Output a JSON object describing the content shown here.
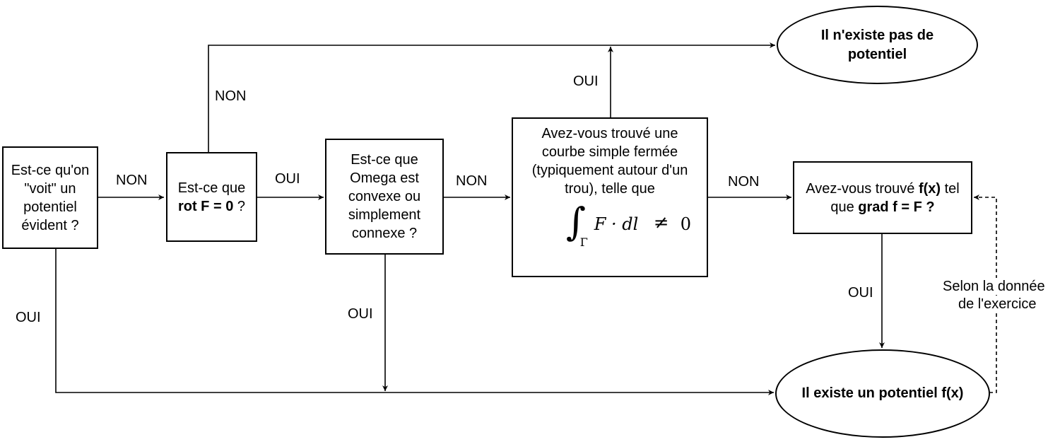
{
  "nodes": {
    "start": {
      "lines": [
        "Est-ce qu'on",
        "\"voit\" un",
        "potentiel",
        "évident ?"
      ]
    },
    "rot": {
      "line1": "Est-ce que",
      "line2_bold": "rot F = 0",
      "line2_rest": " ?"
    },
    "omega": {
      "lines": [
        "Est-ce que",
        "Omega est",
        "convexe ou",
        "simplement",
        "connexe ?"
      ]
    },
    "curve": {
      "lines": [
        "Avez-vous trouvé une",
        "courbe simple fermée",
        "(typiquement autour d'un",
        "trou), telle que"
      ],
      "integral_sign": "∫",
      "integral_sub": "Γ",
      "integrand": "F · dl",
      "relation": "≠",
      "rhs": "0"
    },
    "grad": {
      "line1_pre": "Avez-vous trouvé ",
      "line1_bold": "f(x)",
      "line1_post": " tel",
      "line2_pre": "que ",
      "line2_bold": "grad f = F ?"
    },
    "no_potential": {
      "lines": [
        "Il n'existe pas de",
        "potentiel"
      ]
    },
    "exists": {
      "text": "Il existe un potentiel f(x)"
    }
  },
  "edge_labels": {
    "start_non": "NON",
    "start_oui": "OUI",
    "rot_non": "NON",
    "rot_oui": "OUI",
    "omega_non": "NON",
    "omega_oui": "OUI",
    "curve_oui": "OUI",
    "curve_non": "NON",
    "grad_oui": "OUI",
    "feedback_line1": "Selon la donnée",
    "feedback_line2": "de l'exercice"
  }
}
